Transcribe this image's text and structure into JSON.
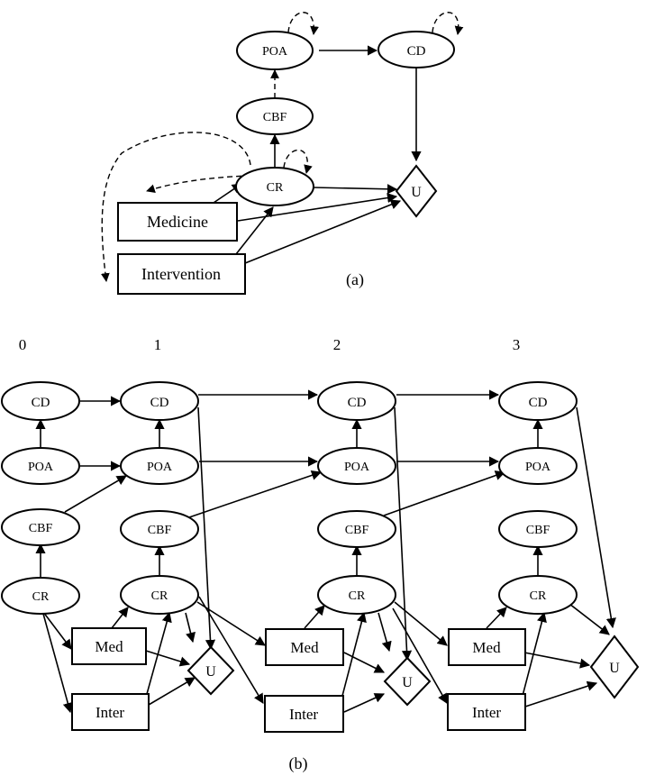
{
  "diagram_a": {
    "caption": "(a)",
    "nodes": {
      "poa": "POA",
      "cd": "CD",
      "cbf": "CBF",
      "cr": "CR",
      "u": "U",
      "medicine": "Medicine",
      "intervention": "Intervention"
    }
  },
  "diagram_b": {
    "caption": "(b)",
    "slices": [
      {
        "index": "0",
        "cd": "CD",
        "poa": "POA",
        "cbf": "CBF",
        "cr": "CR"
      },
      {
        "index": "1",
        "cd": "CD",
        "poa": "POA",
        "cbf": "CBF",
        "cr": "CR",
        "med": "Med",
        "inter": "Inter",
        "u": "U"
      },
      {
        "index": "2",
        "cd": "CD",
        "poa": "POA",
        "cbf": "CBF",
        "cr": "CR",
        "med": "Med",
        "inter": "Inter",
        "u": "U"
      },
      {
        "index": "3",
        "cd": "CD",
        "poa": "POA",
        "cbf": "CBF",
        "cr": "CR",
        "med": "Med",
        "inter": "Inter",
        "u": "U"
      }
    ]
  }
}
